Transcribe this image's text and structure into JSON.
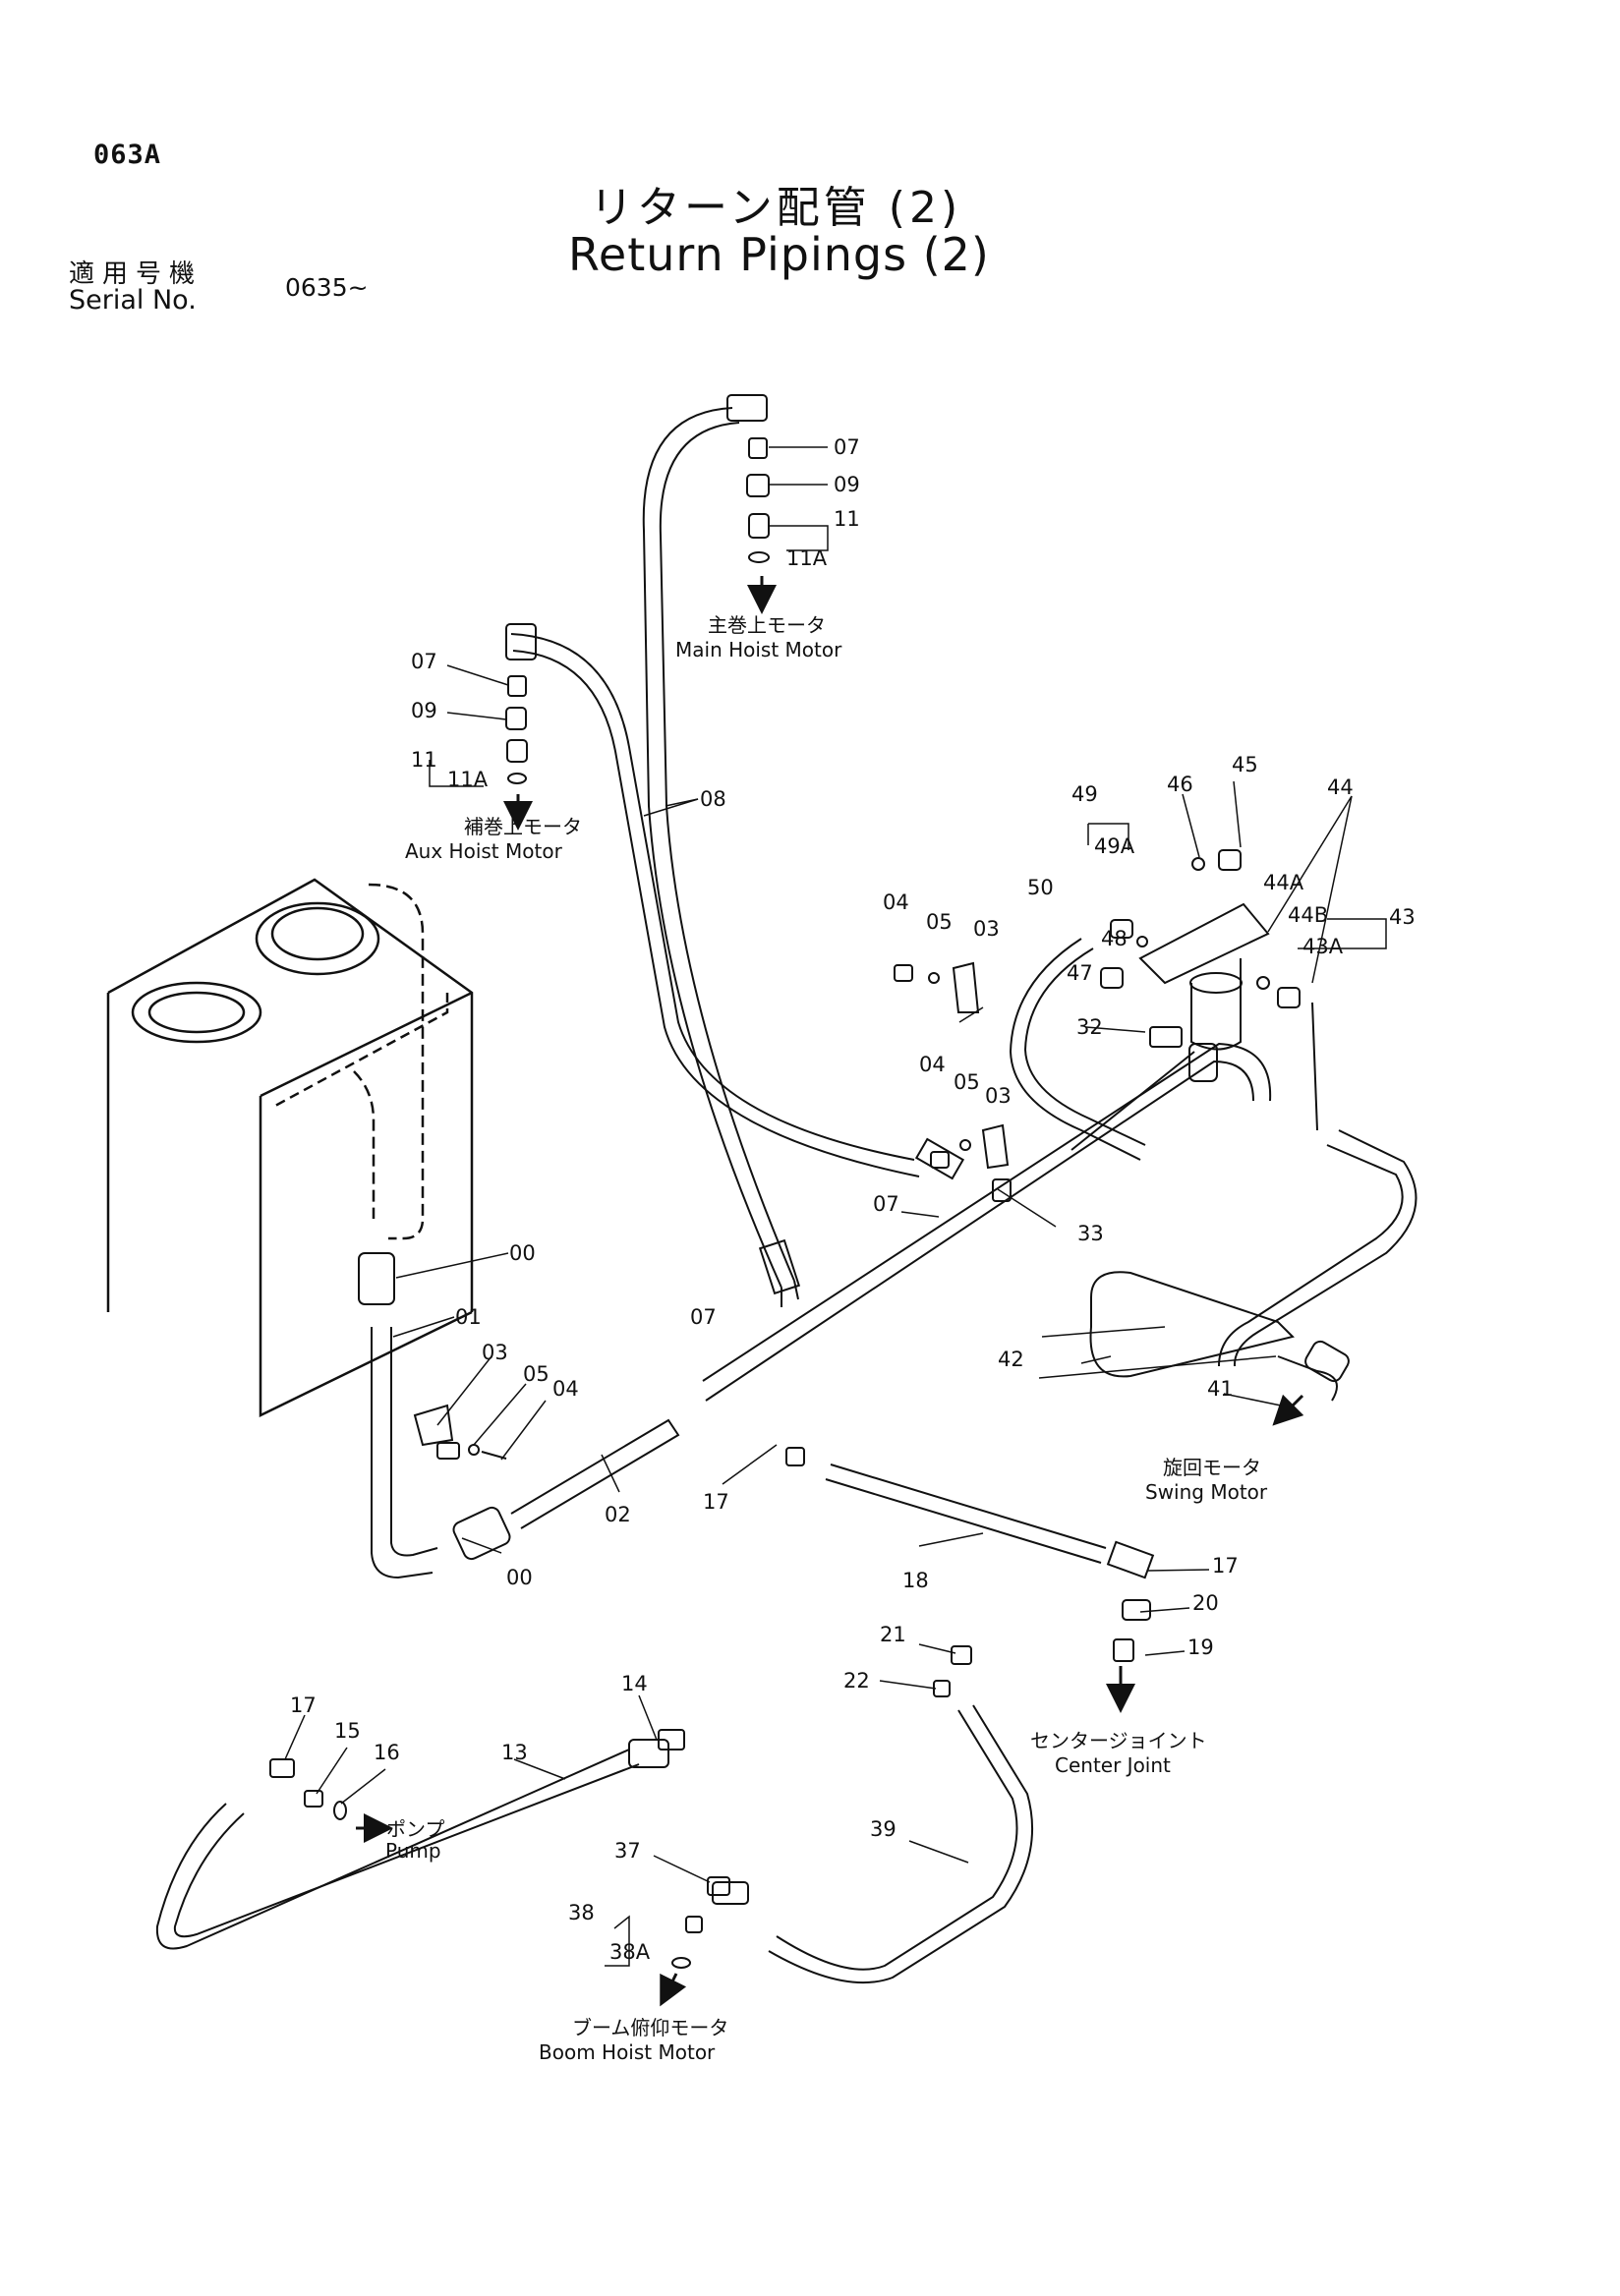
{
  "page_code": "063A",
  "title": {
    "japanese": "リターン配管 (2)",
    "english": "Return Pipings (2)"
  },
  "serial": {
    "label_japanese": "適用号機",
    "label_english": "Serial No.",
    "value": "0635~"
  },
  "destinations": {
    "main_hoist_ja": "主巻上モータ",
    "main_hoist_en": "Main Hoist Motor",
    "aux_hoist_ja": "補巻上モータ",
    "aux_hoist_en": "Aux Hoist Motor",
    "swing_ja": "旋回モータ",
    "swing_en": "Swing Motor",
    "center_joint_ja": "センタージョイント",
    "center_joint_en": "Center Joint",
    "pump_ja": "ポンプ",
    "pump_en": "Pump",
    "boom_hoist_ja": "ブーム俯仰モータ",
    "boom_hoist_en": "Boom Hoist Motor"
  },
  "part_labels": {
    "p07_top": "07",
    "p09_top": "09",
    "p11_top": "11",
    "p11A_top": "11A",
    "p07_aux": "07",
    "p09_aux": "09",
    "p11_aux": "11",
    "p11A_aux": "11A",
    "p08": "08",
    "p49": "49",
    "p49A": "49A",
    "p46": "46",
    "p45": "45",
    "p44": "44",
    "p44A": "44A",
    "p44B": "44B",
    "p43": "43",
    "p43A": "43A",
    "p50": "50",
    "p48": "48",
    "p47": "47",
    "p32": "32",
    "p04_a": "04",
    "p05_a": "05",
    "p03_a": "03",
    "p04_b": "04",
    "p05_b": "05",
    "p03_b": "03",
    "p07_mid": "07",
    "p33": "33",
    "p07_low": "07",
    "p00_a": "00",
    "p01": "01",
    "p03_c": "03",
    "p05_c": "05",
    "p04_c": "04",
    "p02": "02",
    "p00_b": "00",
    "p42": "42",
    "p41": "41",
    "p17_a": "17",
    "p17_b": "17",
    "p18": "18",
    "p20": "20",
    "p21": "21",
    "p19": "19",
    "p22": "22",
    "p14": "14",
    "p17_c": "17",
    "p15": "15",
    "p16": "16",
    "p13": "13",
    "p39": "39",
    "p37": "37",
    "p38": "38",
    "p38A": "38A"
  }
}
